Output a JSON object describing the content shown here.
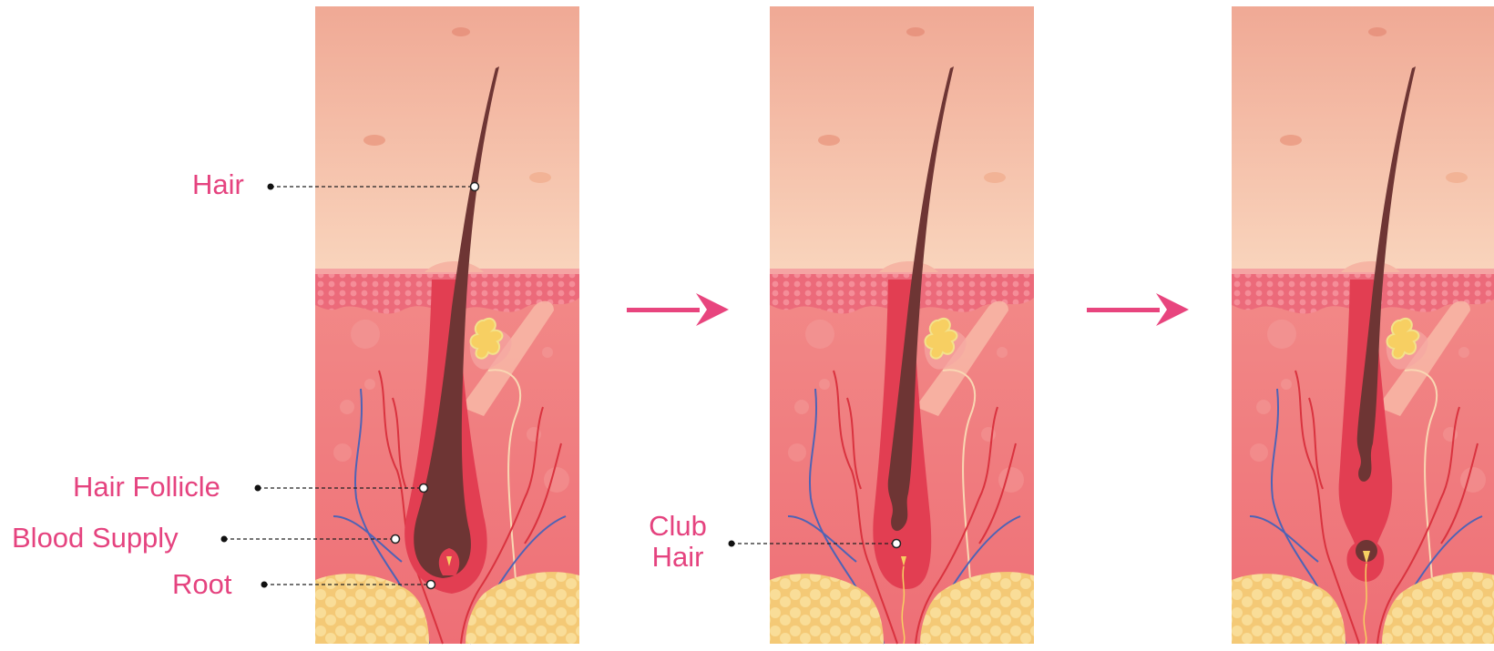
{
  "diagram": {
    "labels": {
      "hair": "Hair",
      "hair_follicle": "Hair Follicle",
      "blood_supply": "Blood Supply",
      "root": "Root",
      "club_hair_line1": "Club",
      "club_hair_line2": "Hair"
    },
    "colors": {
      "label": "#e5437f",
      "arrow": "#e8457e",
      "epidermis_top": "#f0a995",
      "epidermis_bottom": "#f8d2b9",
      "dermis": "#f0797e",
      "dermis_dark": "#e4606b",
      "hair": "#6e3534",
      "fat": "#f7d58a",
      "vein": "#4f63b5",
      "artery": "#d9333f"
    }
  }
}
